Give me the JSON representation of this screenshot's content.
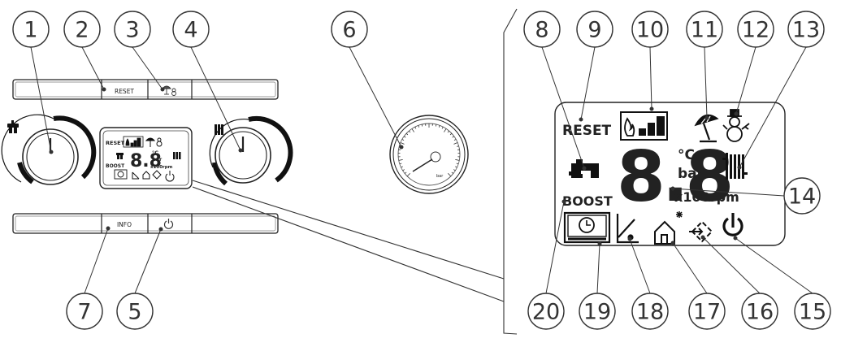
{
  "panel": {
    "reset_label": "RESET",
    "info_label": "INFO"
  },
  "gauge": {
    "unit": "bar"
  },
  "display": {
    "reset": "RESET",
    "digits": "8.8",
    "celsius": "°C",
    "bar": "bar",
    "rpm": "x100rpm",
    "boost": "BOOST"
  },
  "callouts": [
    "1",
    "2",
    "3",
    "4",
    "5",
    "6",
    "7",
    "8",
    "9",
    "10",
    "11",
    "12",
    "13",
    "14",
    "15",
    "16",
    "17",
    "18",
    "19",
    "20"
  ]
}
